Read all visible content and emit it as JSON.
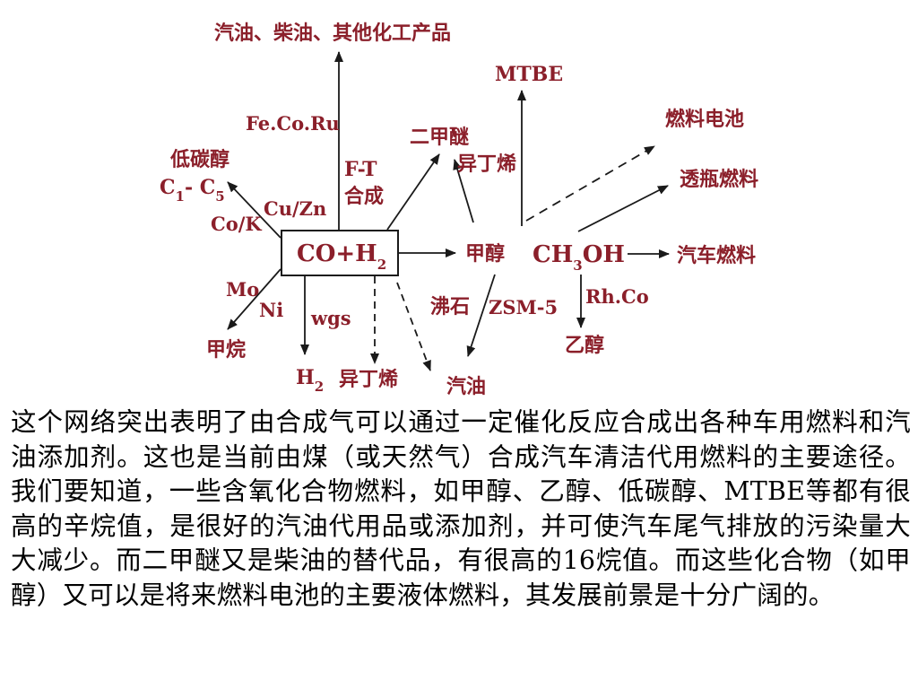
{
  "diagram": {
    "center_label": "CO+H",
    "center_sub": "2",
    "top_products": "汽油、柴油、其他化工产品",
    "catalyst_fecoru": "Fe.Co.Ru",
    "ft_line1": "F-T",
    "ft_line2": "合成",
    "low_alcohol": "低碳醇",
    "c1_c5_a": "C",
    "c1_c5_sub1": "1",
    "c1_c5_b": "- C",
    "c1_c5_sub2": "5",
    "catalyst_cuzn": "Cu/Zn",
    "catalyst_cok": "Co/K",
    "dme_line1": "二甲醚",
    "dme_line2": "异丁烯",
    "mtbe": "MTBE",
    "fuel_cell": "燃料电池",
    "bottle_fuel": "透瓶燃料",
    "auto_fuel": "汽车燃料",
    "methanol": "甲醇",
    "ch3oh_a": "CH",
    "ch3oh_sub": "3",
    "ch3oh_b": "OH",
    "rhco": "Rh.Co",
    "ethanol": "乙醇",
    "zeolite": "沸石",
    "zsm5": "ZSM-5",
    "gasoline": "汽油",
    "mo": "Mo",
    "ni": "Ni",
    "methane": "甲烷",
    "wgs": "wgs",
    "h2_a": "H",
    "h2_sub": "2",
    "isobutene": "异丁烯"
  },
  "paragraph": "这个网络突出表明了由合成气可以通过一定催化反应合成出各种车用燃料和汽油添加剂。这也是当前由煤（或天然气）合成汽车清洁代用燃料的主要途径。我们要知道，一些含氧化合物燃料，如甲醇、乙醇、低碳醇、MTBE等都有很高的辛烷值，是很好的汽油代用品或添加剂，并可使汽车尾气排放的污染量大大减少。而二甲醚又是柴油的替代品，有很高的16烷值。而这些化合物（如甲醇）又可以是将来燃料电池的主要液体燃料，其发展前景是十分广阔的。",
  "colors": {
    "label": "#8b1f2a",
    "line": "#1a1a1a"
  }
}
